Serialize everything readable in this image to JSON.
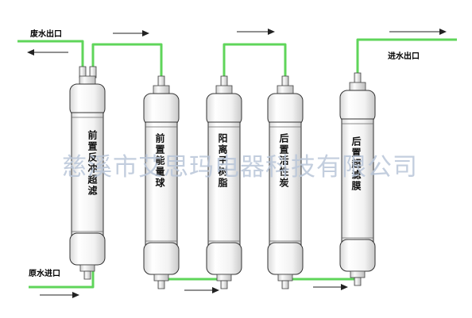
{
  "ports": {
    "waste_outlet": "废水出口",
    "pure_outlet": "进水出口",
    "raw_inlet": "原水进口"
  },
  "stages": [
    {
      "label": "前置反冲超滤"
    },
    {
      "label": "前置能量球"
    },
    {
      "label": "阳离子树脂"
    },
    {
      "label": "后置活性炭"
    },
    {
      "label": "后置超滤膜"
    }
  ],
  "watermark": "慈溪市艾思玛电器科技有限公司",
  "colors": {
    "pipe": "#5fd55a",
    "housing": "#f4f4f4",
    "outline": "#333333",
    "watermark": "#b9c6d9"
  }
}
